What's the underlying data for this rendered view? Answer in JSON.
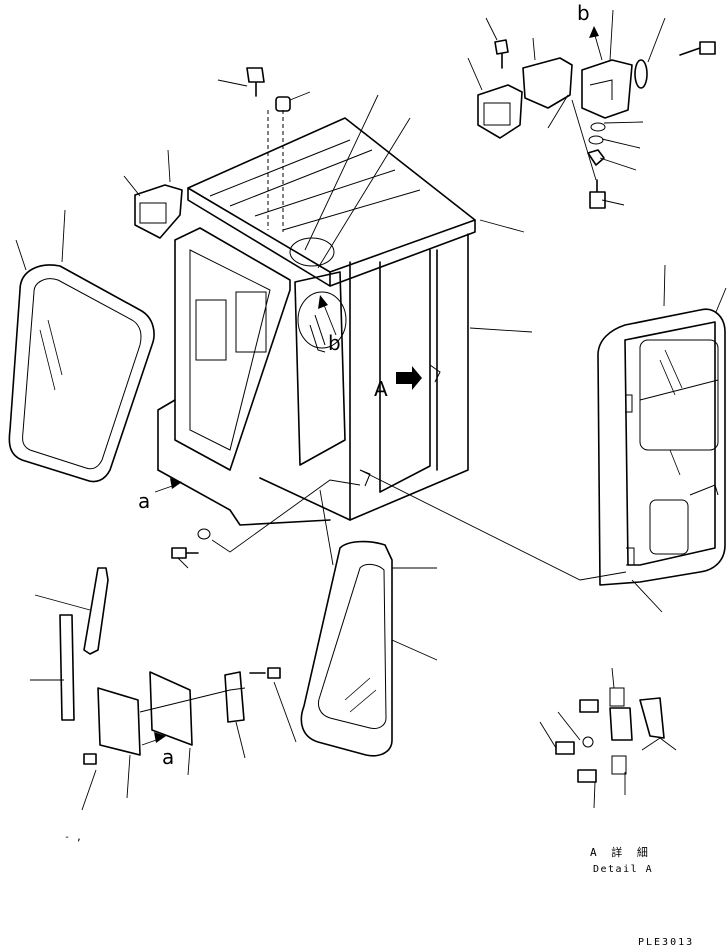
{
  "callouts": {
    "b": "b",
    "A": "A",
    "a": "a"
  },
  "detail": {
    "jp_label": "A 詳 細",
    "en_label": "Detail A"
  },
  "drawing_number": "PLE3013",
  "page_mark": "- ,"
}
